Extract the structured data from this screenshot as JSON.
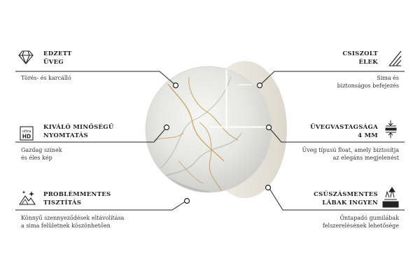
{
  "features_left": [
    {
      "icon": "diamond-icon",
      "title_line1": "EDZETT",
      "title_line2": "ÜVEG",
      "desc_line1": "Törés- és karcálló",
      "desc_line2": ""
    },
    {
      "icon": "ultra-hd-icon",
      "icon_text1": "ultra",
      "icon_text2": "HD",
      "title_line1": "KIVÁLÓ MINŐSÉGŰ",
      "title_line2": "NYOMTATÁS",
      "desc_line1": "Gazdag színek",
      "desc_line2": "és éles kép"
    },
    {
      "icon": "clean-surface-icon",
      "title_line1": "PROBLÉMMENTES",
      "title_line2": "TISZTÍTÁS",
      "desc_line1": "Könnyű szennyeződések eltávolítása",
      "desc_line2": "a sima felületnek köszönhetően"
    }
  ],
  "features_right": [
    {
      "icon": "polished-edge-icon",
      "title_line1": "CSISZOLT",
      "title_line2": "ÉLEK",
      "desc_line1": "Sima és",
      "desc_line2": "biztonságos befejezés"
    },
    {
      "icon": "glass-thickness-icon",
      "title_line1": "ÜVEGVASTAGSÁGA",
      "title_line2": "4 MM",
      "desc_line1": "Üveg típusú float, amely biztosítja",
      "desc_line2": "az elegáns megjelenést"
    },
    {
      "icon": "non-slip-feet-icon",
      "title_line1": "CSÚSZÁSMENTES",
      "title_line2": "LÁBAK INGYEN",
      "desc_line1": "Öntapadó gumilábak",
      "desc_line2": "felszerelésének lehetősége"
    }
  ],
  "colors": {
    "line": "#222222",
    "marble_base": "#e9e9e7",
    "gold": "#c9a55a",
    "stand": "#ece9e1"
  }
}
